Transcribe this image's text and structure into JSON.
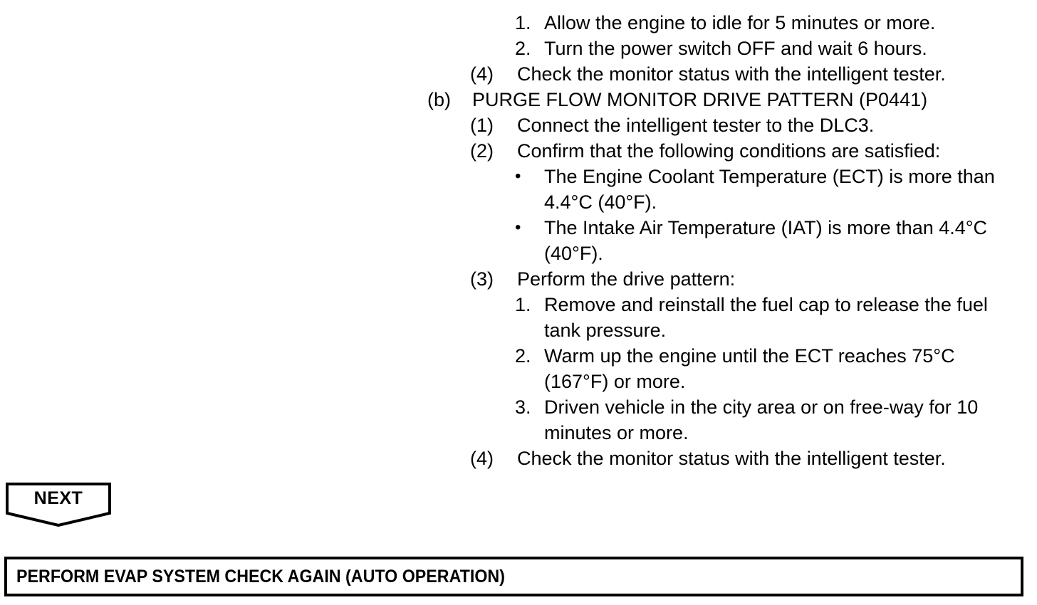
{
  "document": {
    "type": "service-manual-procedure",
    "background_color": "#ffffff",
    "text_color": "#000000"
  },
  "procedure": {
    "lines": [
      {
        "level": "num",
        "marker": "1.",
        "text": "Allow the engine to idle for 5 minutes or more."
      },
      {
        "level": "num",
        "marker": "2.",
        "text": "Turn the power switch OFF and wait 6 hours."
      },
      {
        "level": "paren",
        "marker": "(4)",
        "text": "Check the monitor status with the intelligent tester."
      },
      {
        "level": "alpha",
        "marker": "(b)",
        "text": "PURGE FLOW MONITOR DRIVE PATTERN (P0441)"
      },
      {
        "level": "paren",
        "marker": "(1)",
        "text": "Connect the intelligent tester to the DLC3."
      },
      {
        "level": "paren",
        "marker": "(2)",
        "text": "Confirm that the following conditions are satisfied:"
      },
      {
        "level": "bullet",
        "marker": "•",
        "text": "The Engine Coolant Temperature (ECT) is more than 4.4°C (40°F)."
      },
      {
        "level": "bullet",
        "marker": "•",
        "text": "The Intake Air Temperature (IAT) is more than 4.4°C (40°F)."
      },
      {
        "level": "paren",
        "marker": "(3)",
        "text": "Perform the drive pattern:"
      },
      {
        "level": "num",
        "marker": "1.",
        "text": "Remove and reinstall the fuel cap to release the fuel tank pressure."
      },
      {
        "level": "num",
        "marker": "2.",
        "text": "Warm up the engine until the ECT reaches 75°C (167°F) or more."
      },
      {
        "level": "num",
        "marker": "3.",
        "text": "Driven vehicle in the city area or on free-way for 10 minutes or more."
      },
      {
        "level": "paren",
        "marker": "(4)",
        "text": "Check the monitor status with the intelligent tester."
      }
    ]
  },
  "next_button": {
    "label": "NEXT"
  },
  "banner": {
    "text": "PERFORM EVAP SYSTEM CHECK AGAIN (AUTO OPERATION)"
  }
}
